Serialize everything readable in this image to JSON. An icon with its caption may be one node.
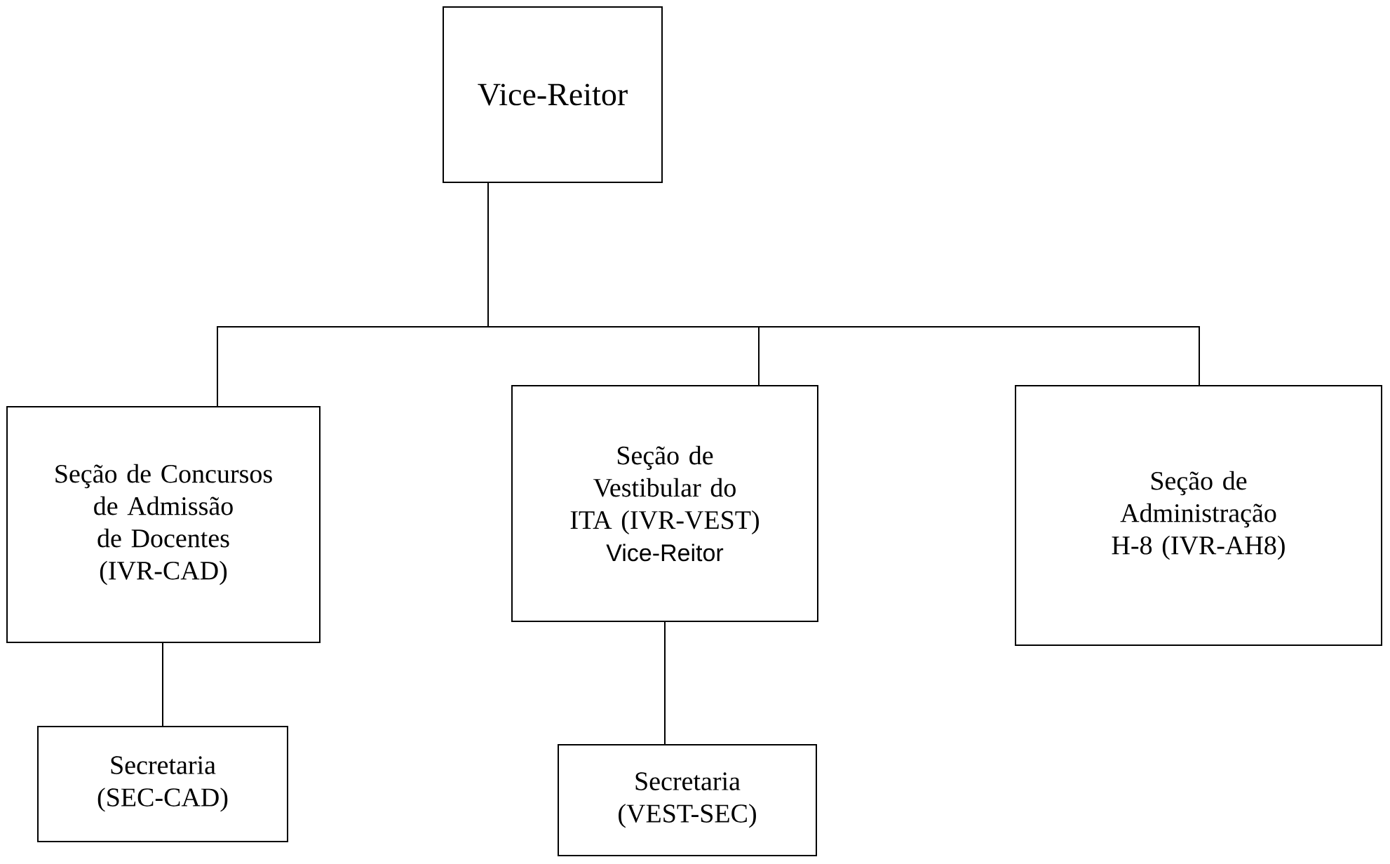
{
  "diagram": {
    "nodes": [
      {
        "text": [
          "Vice-Reitor"
        ]
      },
      {
        "text": [
          "Seção de Concursos de Admissão de Docentes (IVR-CAD)"
        ]
      },
      {
        "text": [
          "Seção de Vestibular do ITA (IVR-VEST)",
          "Vice-Reitor"
        ]
      },
      {
        "text": [
          "Seção de Administração H-8 (IVR-AH8)"
        ]
      },
      {
        "text": [
          "Secretaria (SEC-CAD)"
        ]
      },
      {
        "text": [
          "Secretaria (VEST-SEC)"
        ]
      }
    ],
    "edges": [
      {
        "from": 0,
        "to": 1,
        "arrow": "none"
      },
      {
        "from": 0,
        "to": 2,
        "arrow": "none"
      },
      {
        "from": 0,
        "to": 3,
        "arrow": "none"
      },
      {
        "from": 1,
        "to": 4,
        "arrow": "none"
      },
      {
        "from": 2,
        "to": 5,
        "arrow": "none"
      }
    ]
  }
}
